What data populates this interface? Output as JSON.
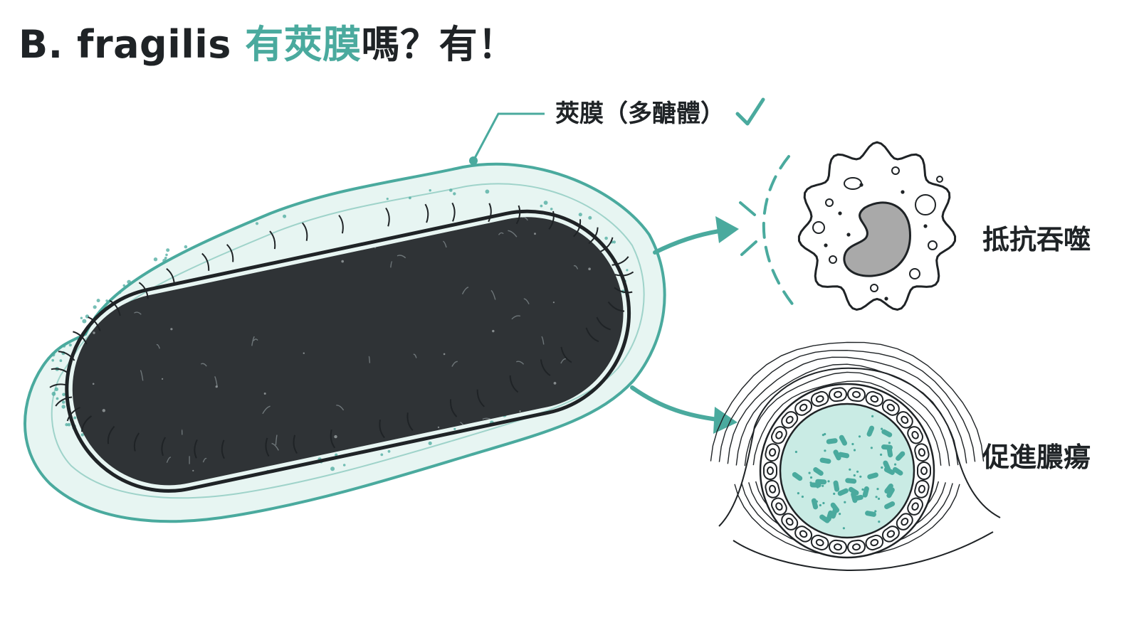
{
  "title": {
    "prefix": "B. fragilis ",
    "highlight": "有莢膜",
    "suffix": "嗎？有！"
  },
  "labels": {
    "capsule": "莢膜（多醣體）",
    "phagocytosis": "抵抗吞噬",
    "abscess": "促進膿瘍"
  },
  "icons": {
    "capsule_check": "check-icon"
  },
  "colors": {
    "accent": "#4aaa9e",
    "capsule_fill": "#e7f5f2",
    "cell_body": "#2f3336",
    "ink": "#1f2326",
    "nucleus": "#a9a9a9",
    "abscess_fill": "#c9ebe4"
  }
}
